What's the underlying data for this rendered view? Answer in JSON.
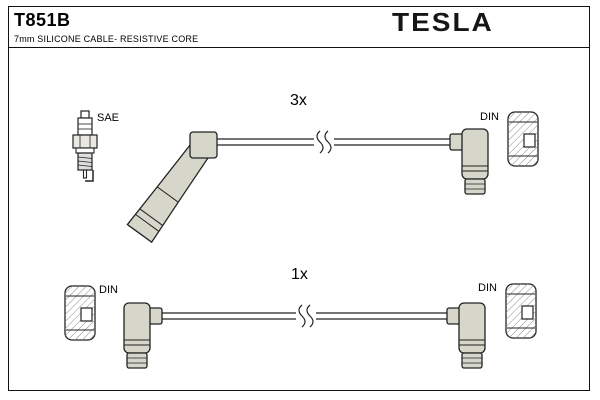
{
  "header": {
    "part_number": "T851B",
    "description": "7mm SILICONE CABLE- RESISTIVE CORE",
    "brand": "TESLA"
  },
  "diagram": {
    "rows": [
      {
        "qty": "3x",
        "left_label": "SAE",
        "right_label": "DIN"
      },
      {
        "qty": "1x",
        "left_label": "DIN",
        "right_label": "DIN"
      }
    ]
  },
  "icons": {
    "spark_plug": "spark-plug-icon",
    "angled_boot": "angled-boot-connector-icon",
    "right_angle_boot": "right-angle-connector-icon",
    "din_terminal": "din-terminal-icon",
    "cable_break": "cable-break-icon"
  },
  "colors": {
    "outline": "#1a1a1a",
    "boot_fill": "#d6d6cb",
    "border": "#111111"
  }
}
